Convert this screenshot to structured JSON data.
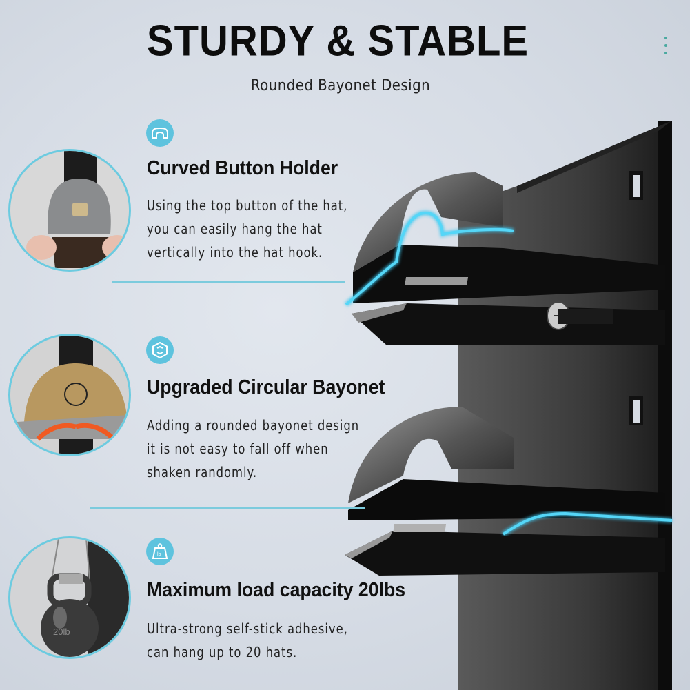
{
  "header": {
    "title": "STURDY & STABLE",
    "subtitle": "Rounded Bayonet Design"
  },
  "menu": {
    "icon": "vertical-ellipsis-icon"
  },
  "features": [
    {
      "icon": "curved-hook-icon",
      "title": "Curved Button Holder",
      "description_lines": [
        "Using the top button of the hat,",
        "you can easily hang the hat",
        "vertically into the hat hook."
      ],
      "photo": "gray-cap-hung-on-hook"
    },
    {
      "icon": "hexagon-bayonet-icon",
      "title": "Upgraded Circular Bayonet",
      "description_lines": [
        "Adding a rounded bayonet design",
        "it is not easy to fall off when",
        "shaken randomly."
      ],
      "photo": "tan-cap-with-rotation-arrows"
    },
    {
      "icon": "weight-lb-icon",
      "icon_text": "lb",
      "title": "Maximum load capacity 20lbs",
      "description_lines": [
        "Ultra-strong self-stick adhesive,",
        "can hang up to 20 hats."
      ],
      "photo": "kettlebell-20lb-on-hook",
      "kettlebell_label": "20lb"
    }
  ],
  "colors": {
    "accent": "#5ec3de",
    "highlight_line": "#3cc8f0",
    "rack": "#151515",
    "background": "#d9dee6"
  }
}
